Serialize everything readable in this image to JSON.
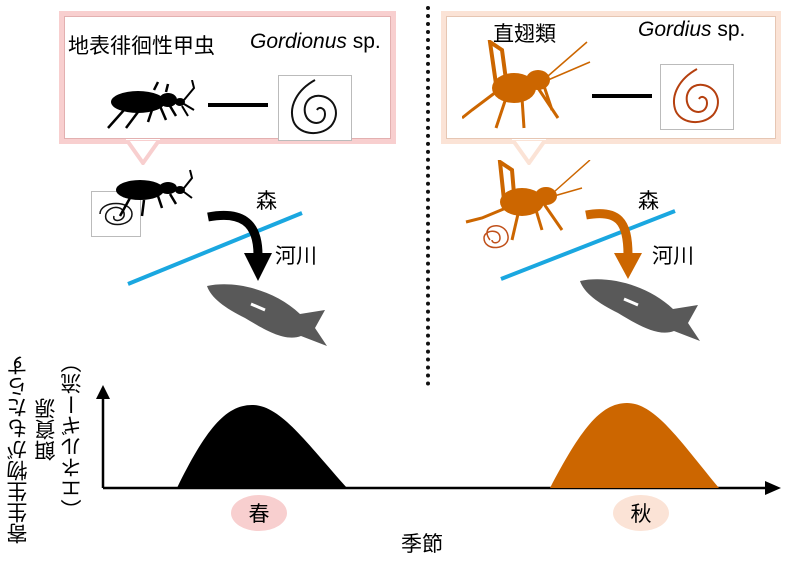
{
  "left_panel": {
    "host_label": "地表徘徊性甲虫",
    "parasite_genus": "Gordionus",
    "parasite_suffix": " sp.",
    "host_icon": "ground-beetle-silhouette",
    "parasite_icon": "hairworm-coil",
    "color": "#000000",
    "callout_border": "#f8cfcf"
  },
  "right_panel": {
    "host_label": "直翅類",
    "parasite_genus": "Gordius",
    "parasite_suffix": " sp.",
    "host_icon": "cricket-silhouette",
    "parasite_icon": "hairworm-coil",
    "color": "#cc6600",
    "callout_border": "#fbe3d6"
  },
  "scene": {
    "forest_label": "森",
    "river_label": "河川",
    "river_color": "#1aa7e0",
    "fish_icon": "salmonid-fish-silhouette",
    "fish_color": "#595959"
  },
  "chart": {
    "ylabel_line1": "寄生生物がもたらす",
    "ylabel_line2": "餌資源",
    "ylabel_line3": "（エネルギー流）",
    "xlabel": "季節",
    "spring_label": "春",
    "autumn_label": "秋",
    "spring_badge_color": "#f8cfcf",
    "autumn_badge_color": "#fbe3d6"
  },
  "chart_data": {
    "type": "area",
    "title": "",
    "xlabel": "季節",
    "ylabel": "寄生生物がもたらす餌資源（エネルギー流）",
    "categories": [
      "春",
      "秋"
    ],
    "series": [
      {
        "name": "Gordionus sp.（地表徘徊性甲虫）",
        "peak_season": "春",
        "color": "#000000",
        "relative_peak": 1.0
      },
      {
        "name": "Gordius sp.（直翅類）",
        "peak_season": "秋",
        "color": "#cc6600",
        "relative_peak": 1.0
      }
    ],
    "grid": false,
    "legend": "none"
  }
}
